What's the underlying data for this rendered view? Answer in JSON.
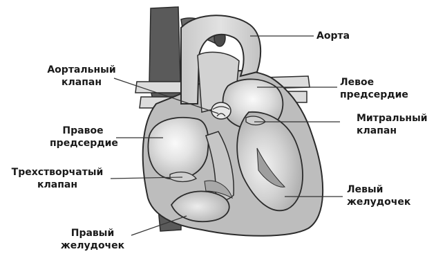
{
  "labels": {
    "aorta": "Аорта",
    "aortic_valve": [
      "Аортальный",
      "клапан"
    ],
    "left_atrium": [
      "Левое",
      "предсердие"
    ],
    "right_atrium": [
      "Правое",
      "предсердие"
    ],
    "mitral_valve": [
      "Митральный",
      "клапан"
    ],
    "tricuspid_valve": [
      "Трехстворчатый",
      "клапан"
    ],
    "left_ventricle": [
      "Левый",
      "желудочек"
    ],
    "right_ventricle": [
      "Правый",
      "желудочек"
    ]
  },
  "colors": {
    "vessel_dark": "#5a5a5a",
    "tissue": "#bdbdbd",
    "aorta_light": "#dadada",
    "chamber": "#d6d6d6",
    "chamber_highlight": "#f4f4f4",
    "outline": "#2b2b2b",
    "leader_line": "#333333"
  }
}
